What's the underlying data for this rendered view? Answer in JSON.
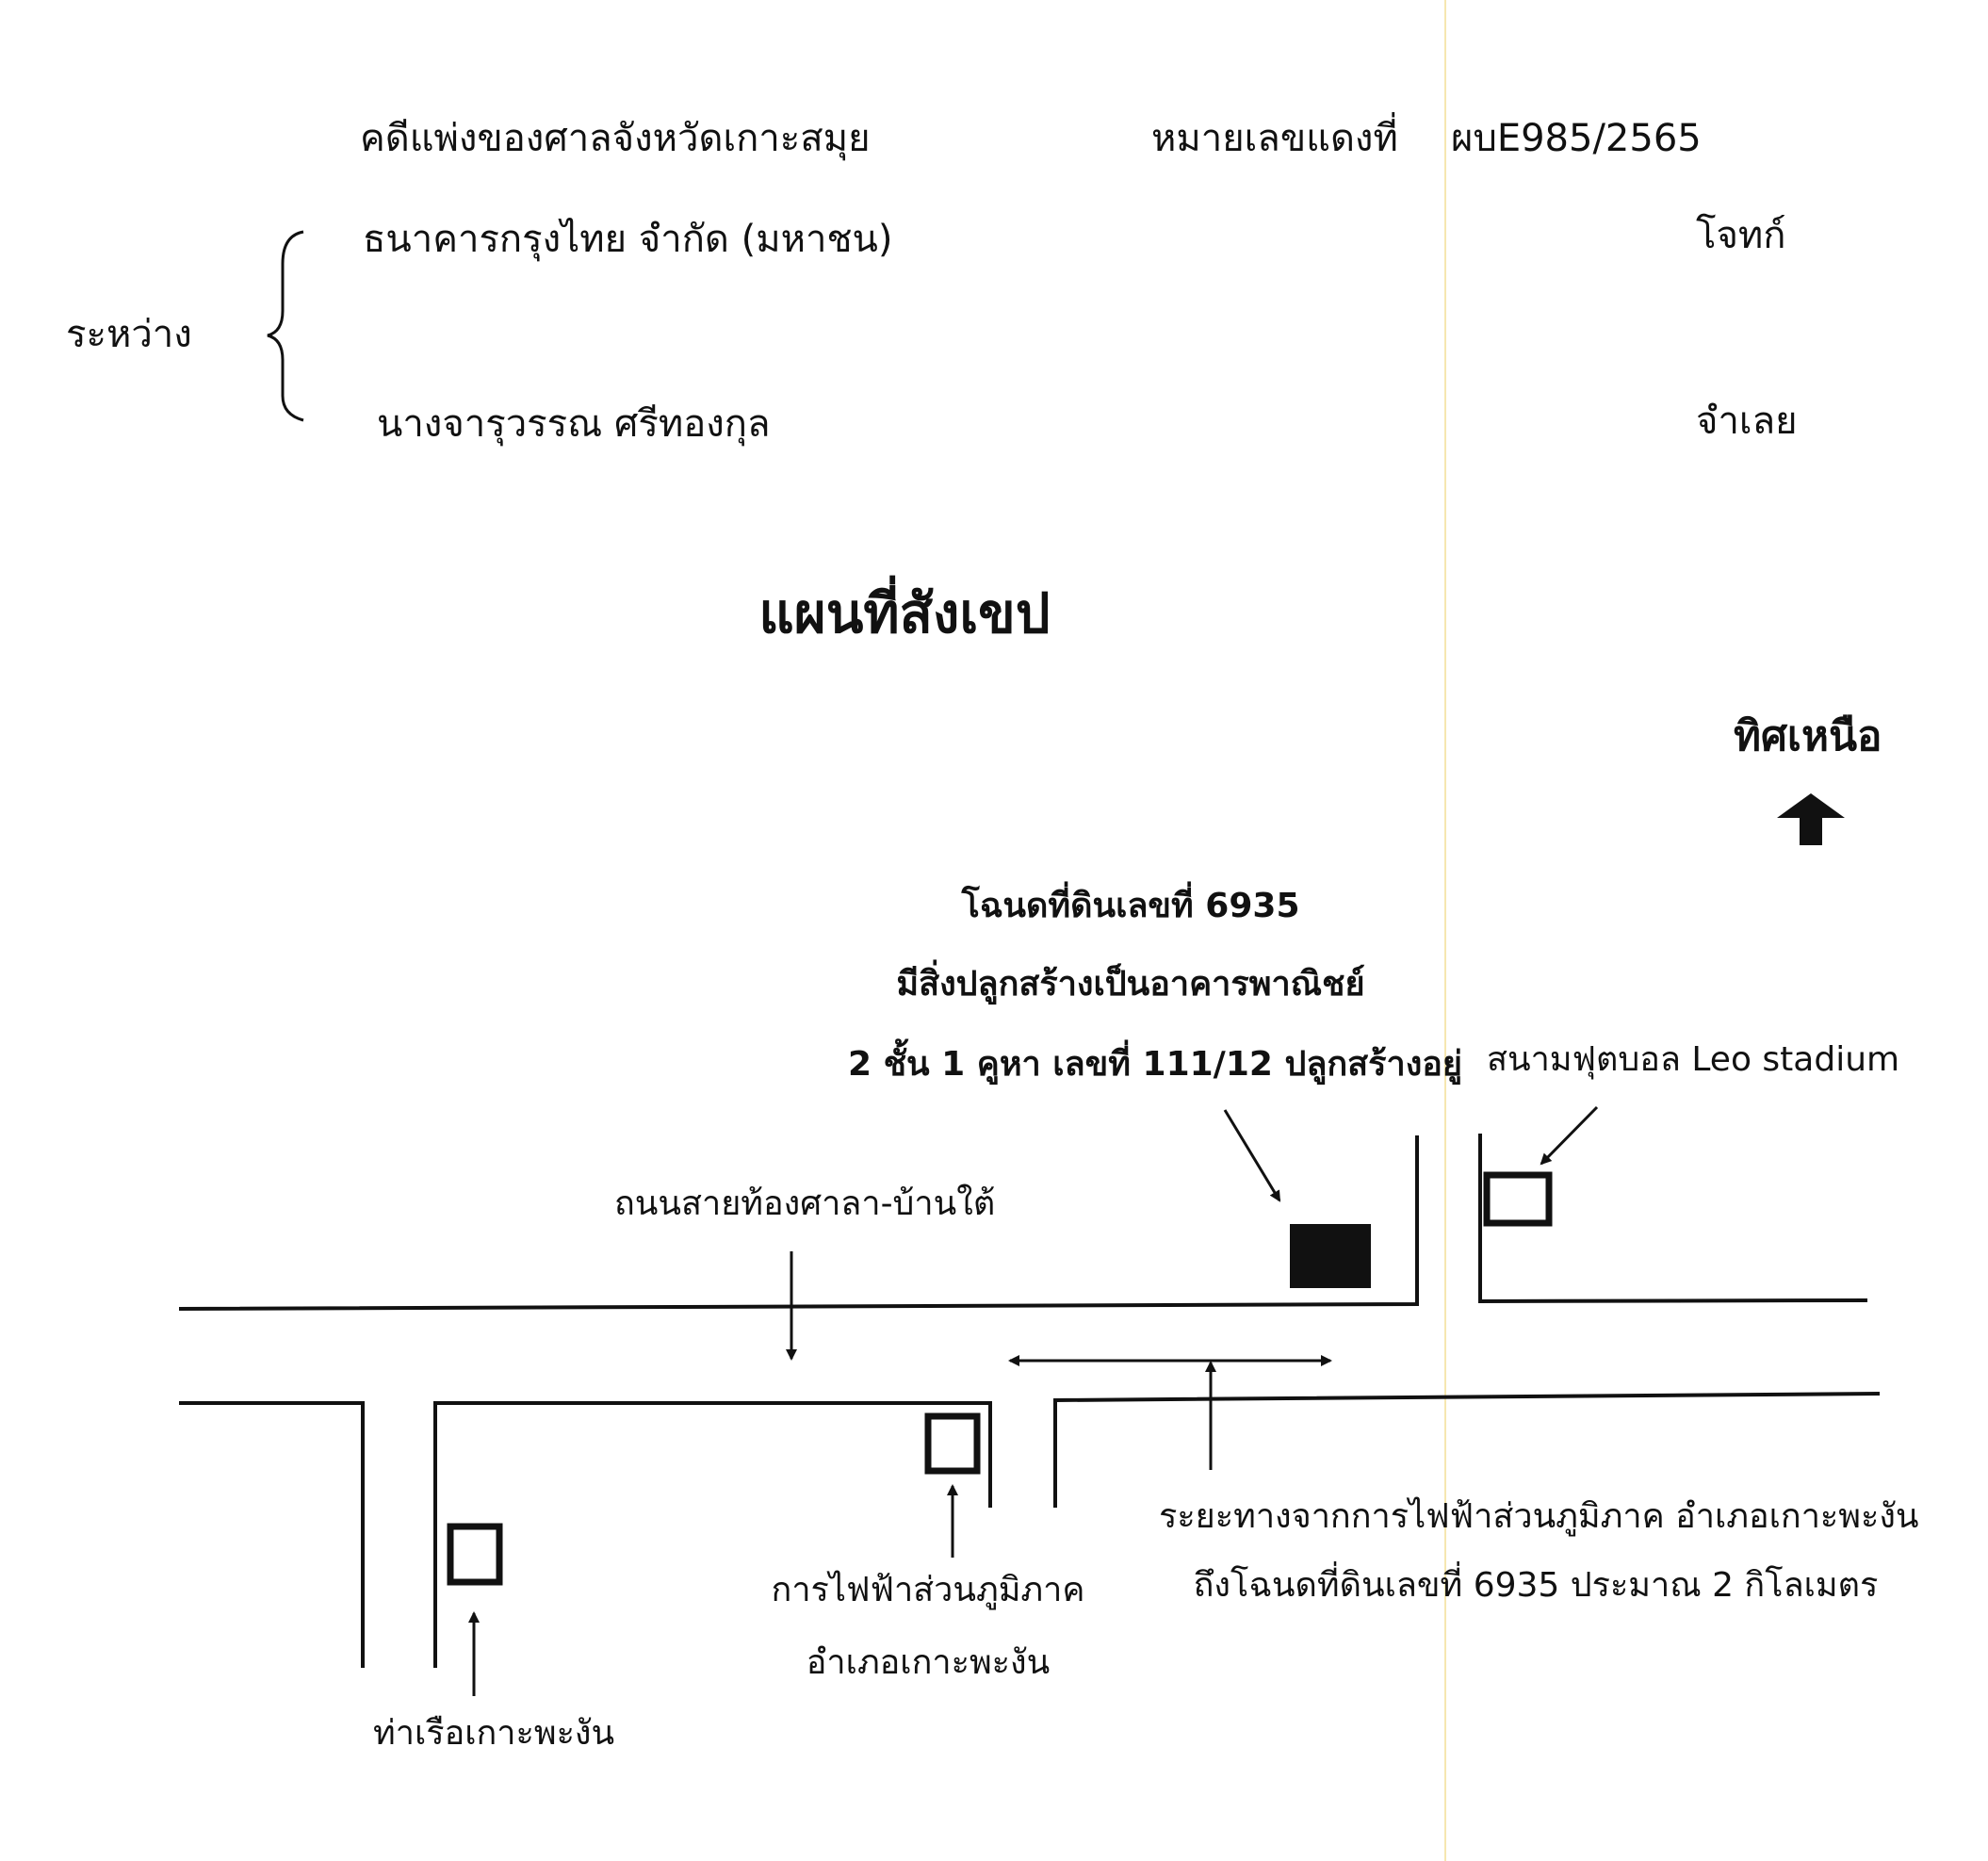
{
  "header": {
    "court_case": "คดีแพ่งของศาลจังหวัดเกาะสมุย",
    "red_number_label": "หมายเลขแดงที่",
    "red_number": "ผบE985/2565",
    "between_label": "ระหว่าง",
    "plaintiff_name": "ธนาคารกรุงไทย  จำกัด  (มหาชน)",
    "plaintiff_role": "โจทก์",
    "defendant_name": "นางจารุวรรณ ศรีทองกุล",
    "defendant_role": "จำเลย"
  },
  "map": {
    "title": "แผนที่สังเขป",
    "north_label": "ทิศเหนือ",
    "deed_lines": [
      "โฉนดที่ดินเลขที่ 6935",
      "มีสิ่งปลูกสร้างเป็นอาคารพาณิชย์",
      "2 ชั้น 1 คูหา เลขที่ 111/12 ปลูกสร้างอยู่"
    ],
    "stadium_label": "สนามฟุตบอล Leo stadium",
    "road_label": "ถนนสายท้องศาลา-บ้านใต้",
    "pea_label_lines": [
      "การไฟฟ้าส่วนภูมิภาค",
      "อำเภอเกาะพะงัน"
    ],
    "pier_label": "ท่าเรือเกาะพะงัน",
    "distance_lines": [
      "ระยะทางจากการไฟฟ้าส่วนภูมิภาค อำเภอเกาะพะงัน",
      "ถึงโฉนดที่ดินเลขที่ 6935 ประมาณ 2 กิโลเมตร"
    ]
  }
}
